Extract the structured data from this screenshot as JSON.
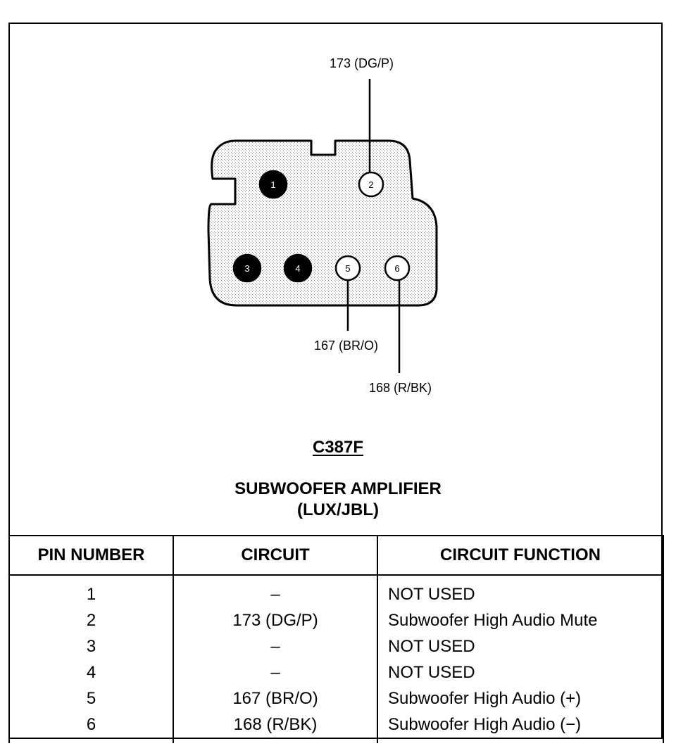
{
  "connector": {
    "id": "C387F",
    "name_line1": "SUBWOOFER AMPLIFIER",
    "name_line2": "(LUX/JBL)"
  },
  "diagram": {
    "pins": [
      {
        "number": "1",
        "filled": true
      },
      {
        "number": "2",
        "filled": false
      },
      {
        "number": "3",
        "filled": true
      },
      {
        "number": "4",
        "filled": true
      },
      {
        "number": "5",
        "filled": false
      },
      {
        "number": "6",
        "filled": false
      }
    ],
    "wire_labels": {
      "pin2": "173 (DG/P)",
      "pin5": "167 (BR/O)",
      "pin6": "168 (R/BK)"
    }
  },
  "table": {
    "headers": [
      "PIN NUMBER",
      "CIRCUIT",
      "CIRCUIT FUNCTION"
    ],
    "rows": [
      {
        "pin": "1",
        "circuit": "–",
        "function": "NOT USED"
      },
      {
        "pin": "2",
        "circuit": "173 (DG/P)",
        "function": "Subwoofer High Audio Mute"
      },
      {
        "pin": "3",
        "circuit": "–",
        "function": "NOT USED"
      },
      {
        "pin": "4",
        "circuit": "–",
        "function": "NOT USED"
      },
      {
        "pin": "5",
        "circuit": "167 (BR/O)",
        "function": "Subwoofer High Audio (+)"
      },
      {
        "pin": "6",
        "circuit": "168 (R/BK)",
        "function": "Subwoofer High Audio (−)"
      }
    ]
  },
  "colors": {
    "line": "#000000",
    "background": "#ffffff",
    "connector_shade": "#d9d9d9"
  }
}
